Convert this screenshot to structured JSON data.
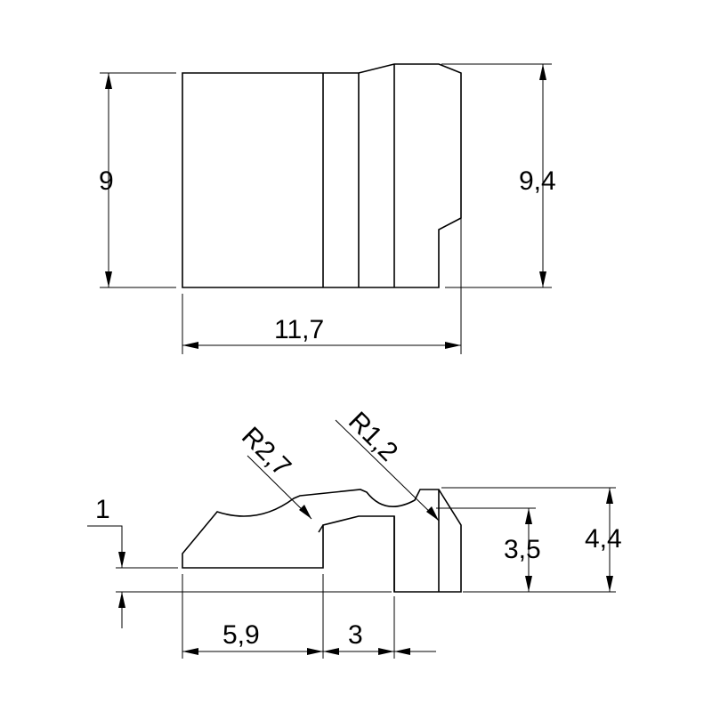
{
  "top_view": {
    "height_label": "9",
    "step_height_label": "9,4",
    "length_label": "11,7"
  },
  "front_view": {
    "offset_label": "1",
    "radius_large_label": "R2,7",
    "radius_small_label": "R1,2",
    "height_inner_label": "3,5",
    "height_total_label": "4,4",
    "width_left_label": "5,9",
    "width_right_label": "3"
  }
}
